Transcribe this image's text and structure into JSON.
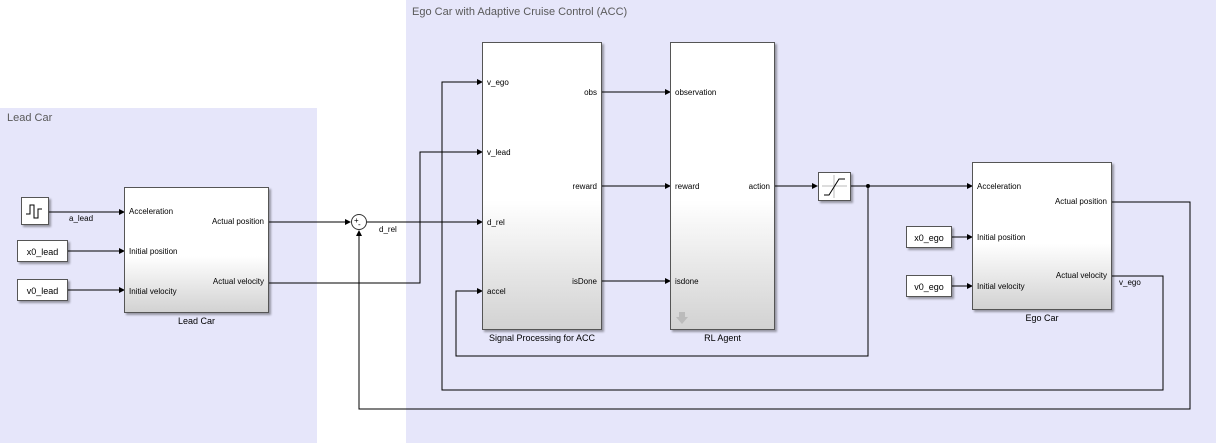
{
  "areas": {
    "lead_car_title": "Lead Car",
    "ego_acc_title": "Ego Car with Adaptive Cruise Control (ACC)"
  },
  "blocks": {
    "x0_lead": "x0_lead",
    "v0_lead": "v0_lead",
    "x0_ego": "x0_ego",
    "v0_ego": "v0_ego",
    "lead_car": {
      "caption": "Lead Car",
      "in_acceleration": "Acceleration",
      "in_initial_position": "Initial position",
      "in_initial_velocity": "Initial velocity",
      "out_actual_position": "Actual position",
      "out_actual_velocity": "Actual velocity"
    },
    "signal_processing": {
      "caption": "Signal Processing for ACC",
      "in_v_ego": "v_ego",
      "in_v_lead": "v_lead",
      "in_d_rel": "d_rel",
      "in_accel": "accel",
      "out_obs": "obs",
      "out_reward": "reward",
      "out_isdone": "isDone"
    },
    "rl_agent": {
      "caption": "RL Agent",
      "in_observation": "observation",
      "in_reward": "reward",
      "in_isdone": "isdone",
      "out_action": "action"
    },
    "ego_car": {
      "caption": "Ego Car",
      "in_acceleration": "Acceleration",
      "in_initial_position": "Initial position",
      "in_initial_velocity": "Initial velocity",
      "out_actual_position": "Actual position",
      "out_actual_velocity": "Actual velocity"
    },
    "sum": {
      "plus": "+",
      "minus": "-"
    }
  },
  "signals": {
    "a_lead": "a_lead",
    "d_rel": "d_rel",
    "v_ego": "v_ego"
  }
}
